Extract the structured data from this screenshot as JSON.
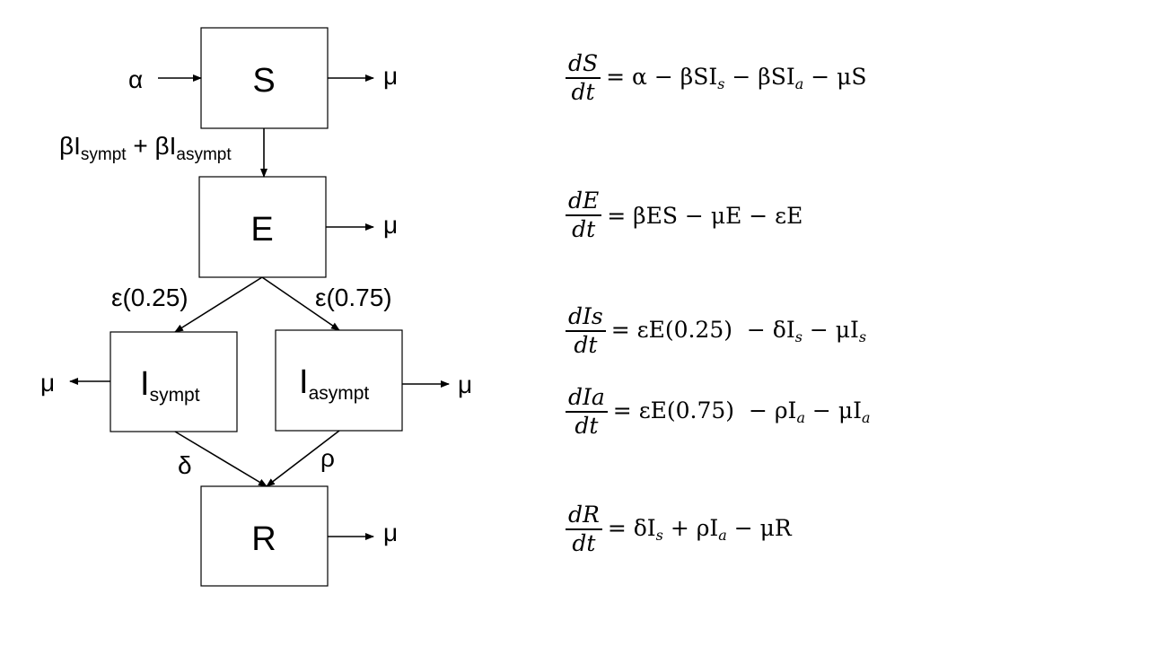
{
  "compartments": {
    "S": "S",
    "E": "E",
    "R": "R",
    "I_sympt": {
      "base": "I",
      "sub": "sympt"
    },
    "I_asympt": {
      "base": "I",
      "sub": "asympt"
    }
  },
  "flows": {
    "alpha": "α",
    "mu": "μ",
    "beta_prefix_1": "βI",
    "beta_sub_1": "sympt",
    "beta_mid": " + βI",
    "beta_sub_2": "asympt",
    "eps_left": "ε(0.25)",
    "eps_right": "ε(0.75)",
    "delta": "δ",
    "rho": "ρ"
  },
  "equations": [
    {
      "num": "dS",
      "den": "dt",
      "rhs": "= α − βSI<sub>s</sub> − βSI<sub>a</sub> − μS"
    },
    {
      "num": "dE",
      "den": "dt",
      "rhs": "= βES − μE − εE"
    },
    {
      "num": "dIs",
      "den": "dt",
      "rhs": "= εE(0.25) &nbsp;− δI<sub>s</sub> − μI<sub>s</sub>"
    },
    {
      "num": "dIa",
      "den": "dt",
      "rhs": "= εE(0.75) &nbsp;− ρI<sub>a</sub> − μI<sub>a</sub>"
    },
    {
      "num": "dR",
      "den": "dt",
      "rhs": "= δI<sub>s</sub> + ρI<sub>a</sub> − μR"
    }
  ]
}
